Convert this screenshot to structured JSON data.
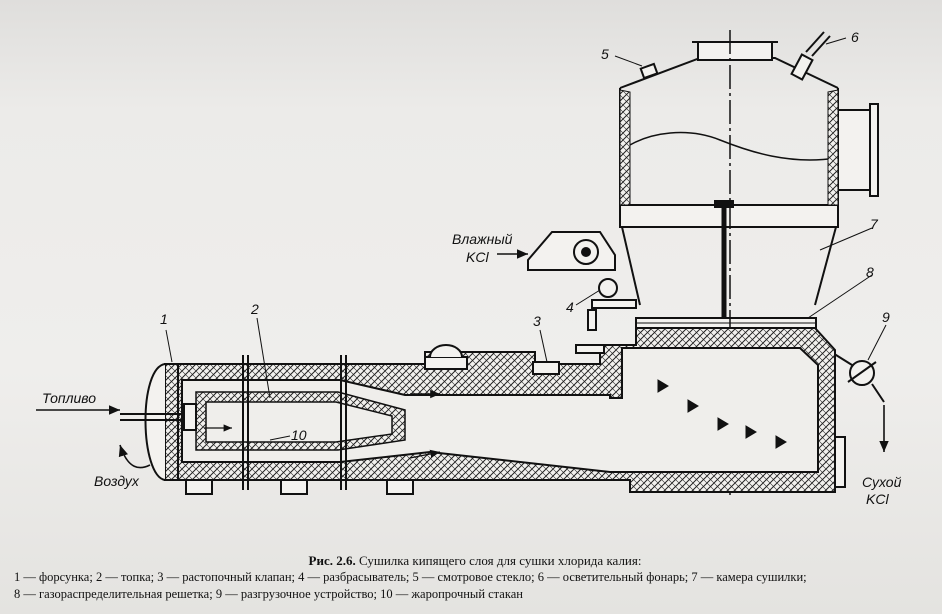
{
  "diagram": {
    "labels": {
      "fuel": "Топливо",
      "air": "Воздух",
      "wet_line1": "Влажный",
      "wet_line2": "KCl",
      "dry_line1": "Сухой",
      "dry_line2": "KCl"
    },
    "numbers": [
      "1",
      "2",
      "3",
      "4",
      "5",
      "6",
      "7",
      "8",
      "9",
      "10"
    ]
  },
  "caption": {
    "fig_id": "Рис. 2.6.",
    "title": "Сушилка кипящего слоя для сушки хлорида калия:",
    "legend_line1": "1 — форсунка; 2 — топка; 3 — растопочный клапан; 4 — разбрасыватель; 5 — смотровое стекло; 6 — осветительный фонарь; 7 — камера сушилки;",
    "legend_line2": "8 — газораспределительная решетка; 9 — разгрузочное устройство; 10 — жаропрочный стакан"
  }
}
